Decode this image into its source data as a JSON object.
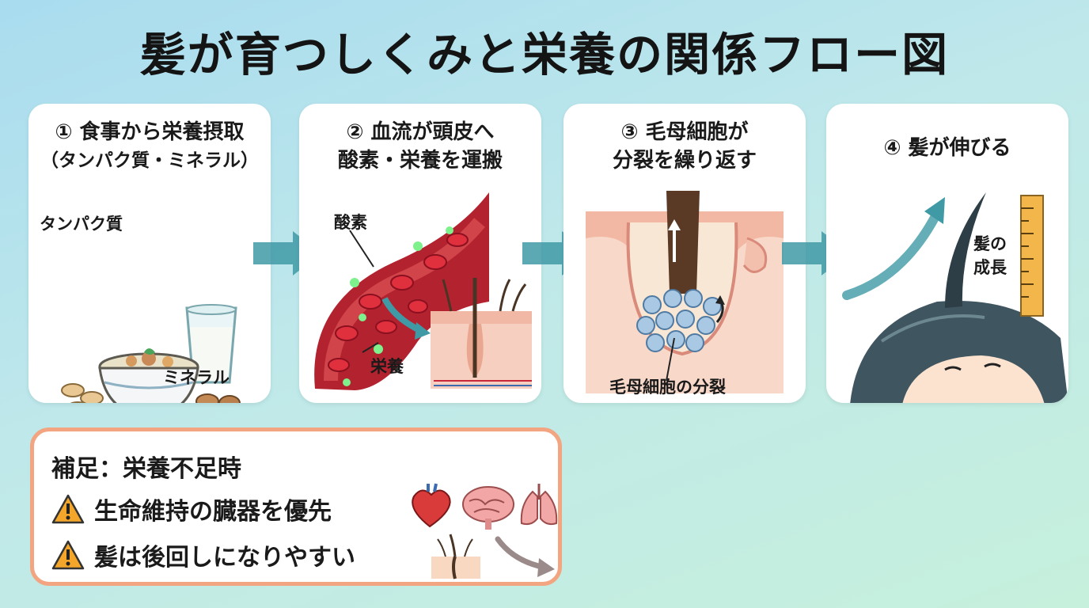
{
  "title": "髪が育つしくみと栄養の関係フロー図",
  "steps": [
    {
      "line1": "① 食事から栄養摂取",
      "line2": "（タンパク質・ミネラル）",
      "labels": {
        "protein": "タンパク質",
        "mineral": "ミネラル"
      }
    },
    {
      "line1": "② 血流が頭皮へ",
      "line2": "酸素・栄養を運搬",
      "labels": {
        "oxygen": "酸素",
        "nutrition": "栄養"
      }
    },
    {
      "line1": "③ 毛母細胞が",
      "line2": "分裂を繰り返す",
      "labels": {
        "division": "毛母細胞の分裂"
      }
    },
    {
      "line1": "④ 髪が伸びる",
      "labels": {
        "growth_l1": "髪の",
        "growth_l2": "成長"
      }
    }
  ],
  "note": {
    "title": "補足：栄養不足時",
    "items": [
      {
        "text": "生命維持の臓器を優先",
        "icon": "warning-icon"
      },
      {
        "text": "髪は後回しになりやすい",
        "icon": "warning-icon"
      }
    ]
  },
  "colors": {
    "arrow": "#3f9aa6",
    "note_border": "#f2a580",
    "blood": "#c8283a",
    "warning": "#f4a62a"
  }
}
